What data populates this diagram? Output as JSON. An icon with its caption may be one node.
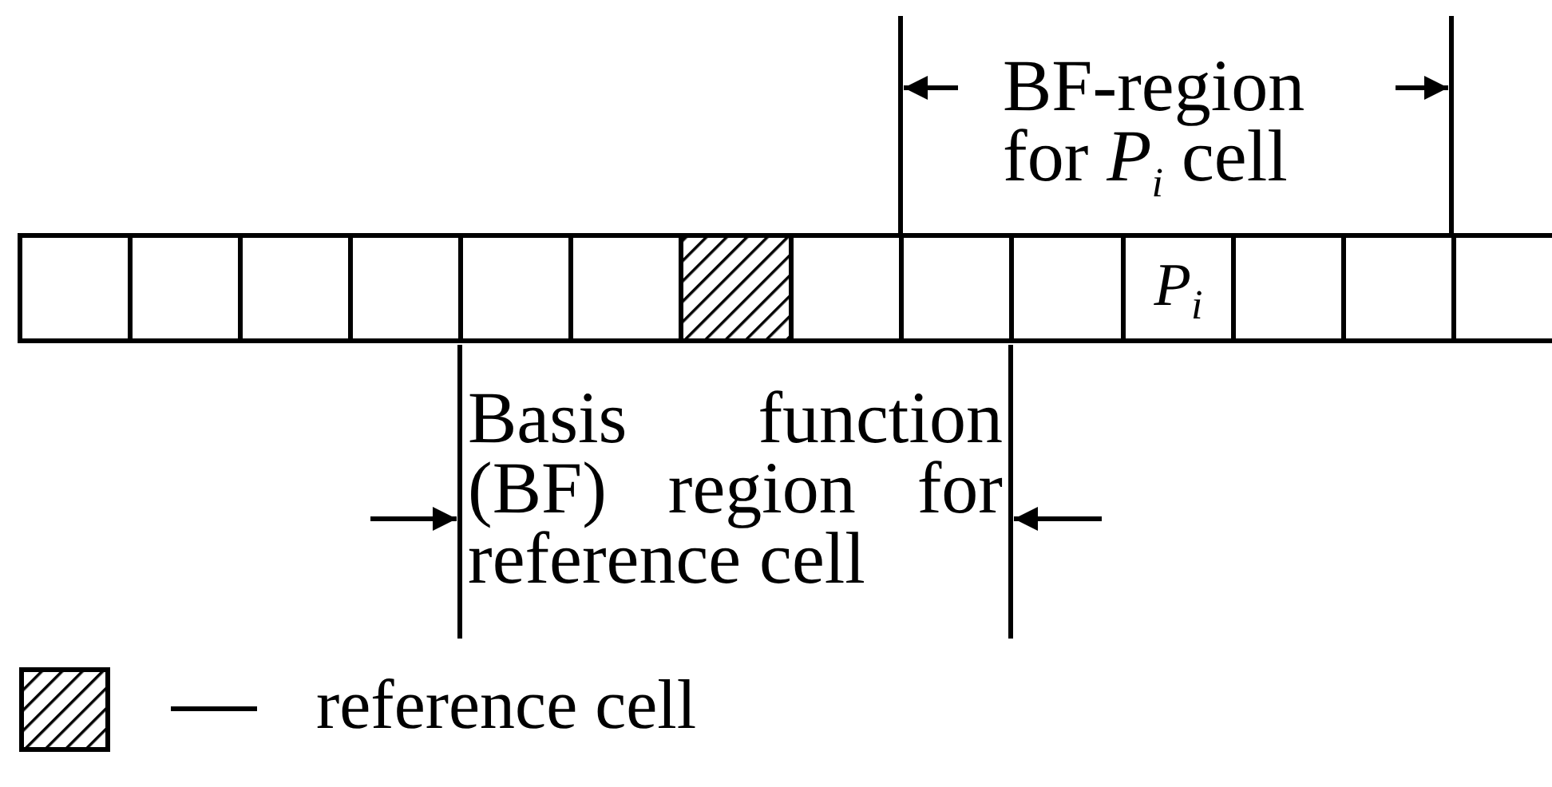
{
  "diagram": {
    "nodes": [
      {
        "text": [],
        "shape": "box"
      },
      {
        "text": [],
        "shape": "box"
      },
      {
        "text": [],
        "shape": "box"
      },
      {
        "text": [],
        "shape": "box"
      },
      {
        "text": [],
        "shape": "box"
      },
      {
        "text": [],
        "shape": "box"
      },
      {
        "text": [],
        "shape": "box"
      },
      {
        "text": [],
        "shape": "box"
      },
      {
        "text": [],
        "shape": "box"
      },
      {
        "text": [],
        "shape": "box"
      },
      {
        "text": [
          "P$_{i}$"
        ]
      },
      {
        "text": [],
        "shape": "box"
      },
      {
        "text": [],
        "shape": "box"
      },
      {
        "text": [],
        "shape": "box"
      }
    ],
    "labels": [
      "BF-region for *P*$_{i}$ cell",
      "Basis function (BF) region for reference cell"
    ],
    "legend": [
      {
        "text": "reference cell"
      }
    ]
  }
}
